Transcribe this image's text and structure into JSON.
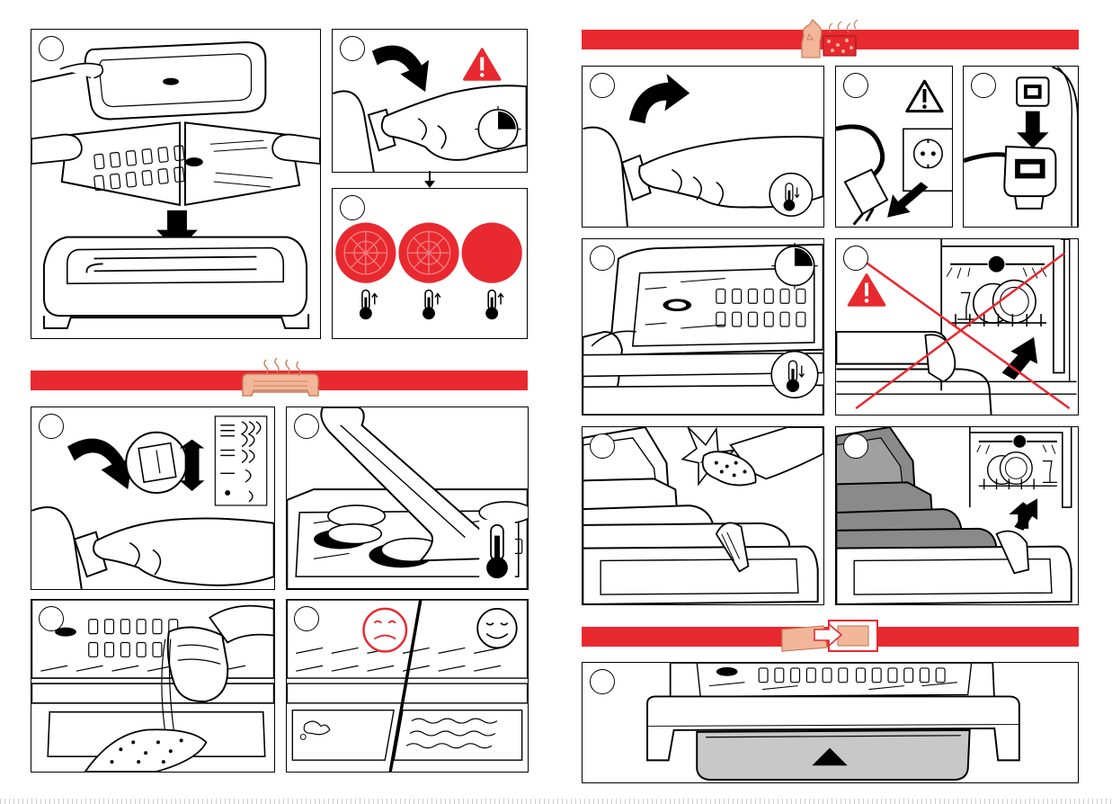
{
  "document": {
    "type": "illustrated-instruction-sheet",
    "colors": {
      "accent_red": "#e8292f",
      "line": "#000000",
      "tray_gray": "#c8c8c8",
      "dark_gray": "#8a8a8a",
      "icon_peach": "#f2b79a"
    },
    "section_bars": [
      {
        "id": "use",
        "color": "#e8292f",
        "icon": "hot-grill-icon"
      },
      {
        "id": "cleaning",
        "color": "#e8292f",
        "icon": "cleaning-supplies-icon"
      },
      {
        "id": "storage",
        "color": "#e8292f",
        "icon": "drawer-storage-icon"
      }
    ],
    "panels": [
      {
        "id": "assembly",
        "icon": "grill-assembly-illustration"
      },
      {
        "id": "switch-on-preheat",
        "icon": "hand-switch-illustration",
        "symbols": [
          "warning-icon",
          "timer-icon"
        ]
      },
      {
        "id": "heating-indicator",
        "icon": "heating-indicator-illustration",
        "lamp_states": 3,
        "symbols": [
          "thermometer-up-icon"
        ]
      },
      {
        "id": "adjust-temperature",
        "icon": "thermostat-dial-illustration",
        "symbols": [
          "heat-level-icon"
        ]
      },
      {
        "id": "cooking",
        "icon": "spatula-cooking-illustration",
        "symbols": [
          "thermometer-icon"
        ]
      },
      {
        "id": "pour-water",
        "icon": "pour-water-illustration"
      },
      {
        "id": "water-tray-result",
        "icon": "sad-happy-face-illustration",
        "symbols": [
          "sad-face-icon",
          "happy-face-icon"
        ]
      },
      {
        "id": "switch-off",
        "icon": "hand-switch-off-illustration",
        "symbols": [
          "thermometer-down-icon"
        ]
      },
      {
        "id": "unplug",
        "icon": "unplug-illustration",
        "symbols": [
          "warning-icon",
          "socket-icon"
        ]
      },
      {
        "id": "disconnect-cord",
        "icon": "disconnect-cord-illustration"
      },
      {
        "id": "cool-down",
        "icon": "cool-down-illustration",
        "symbols": [
          "timer-icon",
          "thermometer-down-icon"
        ]
      },
      {
        "id": "no-dishwasher-base",
        "icon": "dishwasher-forbidden-illustration",
        "symbols": [
          "warning-icon",
          "cross-out-icon"
        ]
      },
      {
        "id": "wash-by-hand",
        "icon": "sponge-washing-illustration"
      },
      {
        "id": "dishwasher-plates",
        "icon": "dishwasher-plates-illustration"
      },
      {
        "id": "store-drawer",
        "icon": "drawer-storage-illustration"
      }
    ]
  }
}
